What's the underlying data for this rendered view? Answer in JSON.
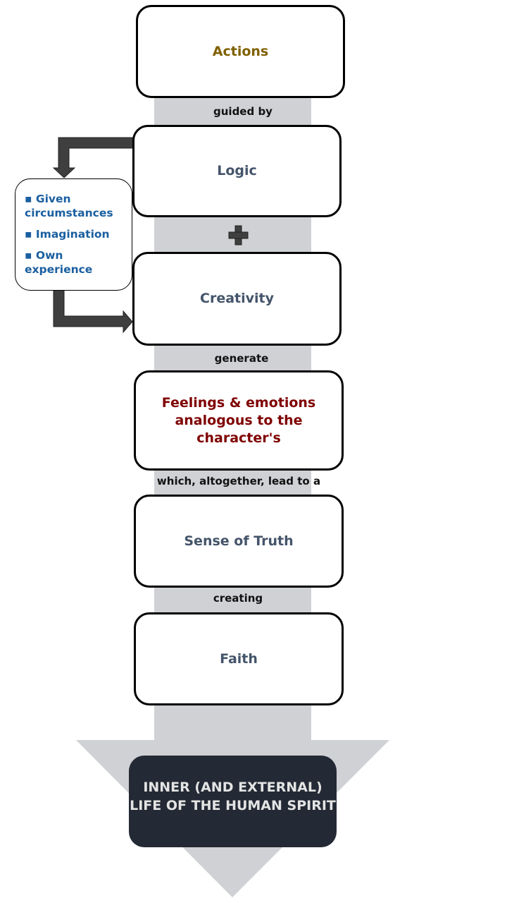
{
  "steps": {
    "actions": "Actions",
    "logic": "Logic",
    "creativity": "Creativity",
    "feelings": "Feelings & emotions analogous to the character's",
    "sense_of_truth": "Sense of Truth",
    "faith": "Faith"
  },
  "connectors": {
    "guided_by": "guided by",
    "plus": "+",
    "generate": "generate",
    "lead_to": "which, altogether, lead to  a",
    "creating": "creating"
  },
  "side_box": {
    "items": [
      "▪ Given circumstances",
      "▪ Imagination",
      "▪ Own experience"
    ]
  },
  "result": "INNER (AND EXTERNAL) LIFE OF THE HUMAN SPIRIT",
  "colors": {
    "actions_text": "#7f6000",
    "step_text": "#44546a",
    "feelings_text": "#7f0000",
    "side_text": "#1a5fa0",
    "shaft": "#d0d1d5",
    "result_bg": "#232a35",
    "connector_arrow": "#3f3f3f"
  }
}
